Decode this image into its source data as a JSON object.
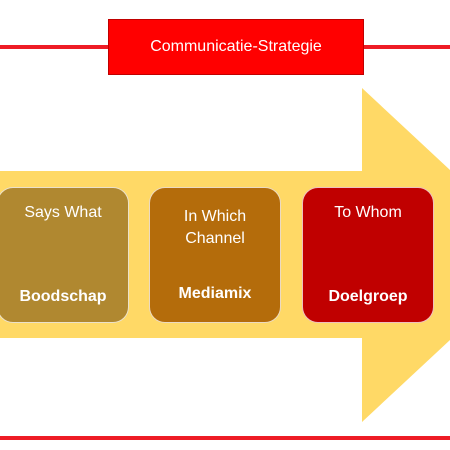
{
  "title": "Communicatie-Strategie",
  "colors": {
    "rule": "#ee1c25",
    "title_bg": "#ff0000",
    "arrow": "#ffd966",
    "card_1": "#b08830",
    "card_2": "#b46c0b",
    "card_3": "#c00000"
  },
  "cards": [
    {
      "question": "Says What",
      "answer": "Boodschap"
    },
    {
      "question": "In Which Channel",
      "answer": "Mediamix"
    },
    {
      "question": "To Whom",
      "answer": "Doelgroep"
    }
  ]
}
